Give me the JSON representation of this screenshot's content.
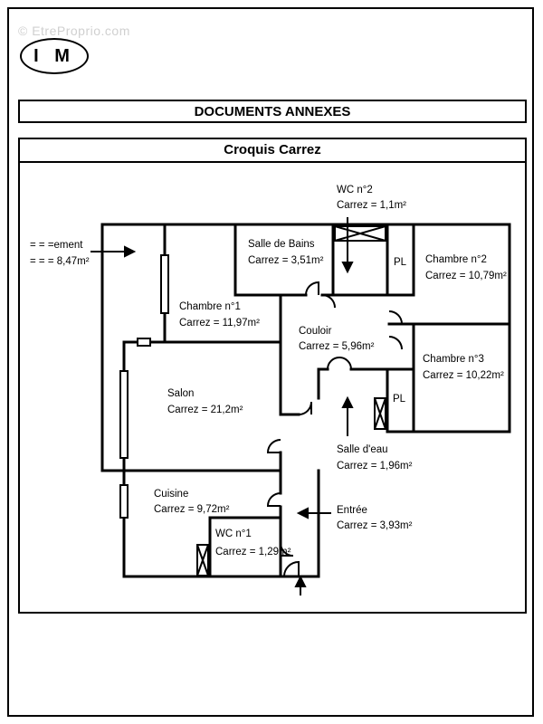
{
  "watermark": "© EtreProprio.com",
  "logo": {
    "text": "I M"
  },
  "header": {
    "title": "DOCUMENTS ANNEXES"
  },
  "plan": {
    "title": "Croquis Carrez",
    "rooms": [
      {
        "id": "degagement",
        "name": "= = =ement",
        "area": "= = = 8,47m²"
      },
      {
        "id": "wc2",
        "name": "WC n°2",
        "area": "Carrez = 1,1m²"
      },
      {
        "id": "salle-de-bains",
        "name": "Salle de Bains",
        "area": "Carrez = 3,51m²"
      },
      {
        "id": "pl1",
        "name": "PL",
        "area": ""
      },
      {
        "id": "chambre2",
        "name": "Chambre n°2",
        "area": "Carrez = 10,79m²"
      },
      {
        "id": "chambre1",
        "name": "Chambre n°1",
        "area": "Carrez = 11,97m²"
      },
      {
        "id": "couloir",
        "name": "Couloir",
        "area": "Carrez = 5,96m²"
      },
      {
        "id": "chambre3",
        "name": "Chambre n°3",
        "area": "Carrez = 10,22m²"
      },
      {
        "id": "pl2",
        "name": "PL",
        "area": ""
      },
      {
        "id": "salon",
        "name": "Salon",
        "area": "Carrez = 21,2m²"
      },
      {
        "id": "salle-deau",
        "name": "Salle d'eau",
        "area": "Carrez = 1,96m²"
      },
      {
        "id": "cuisine",
        "name": "Cuisine",
        "area": "Carrez = 9,72m²"
      },
      {
        "id": "entree",
        "name": "Entrée",
        "area": "Carrez = 3,93m²"
      },
      {
        "id": "wc1",
        "name": "WC n°1",
        "area": "Carrez = 1,29m²"
      }
    ]
  }
}
